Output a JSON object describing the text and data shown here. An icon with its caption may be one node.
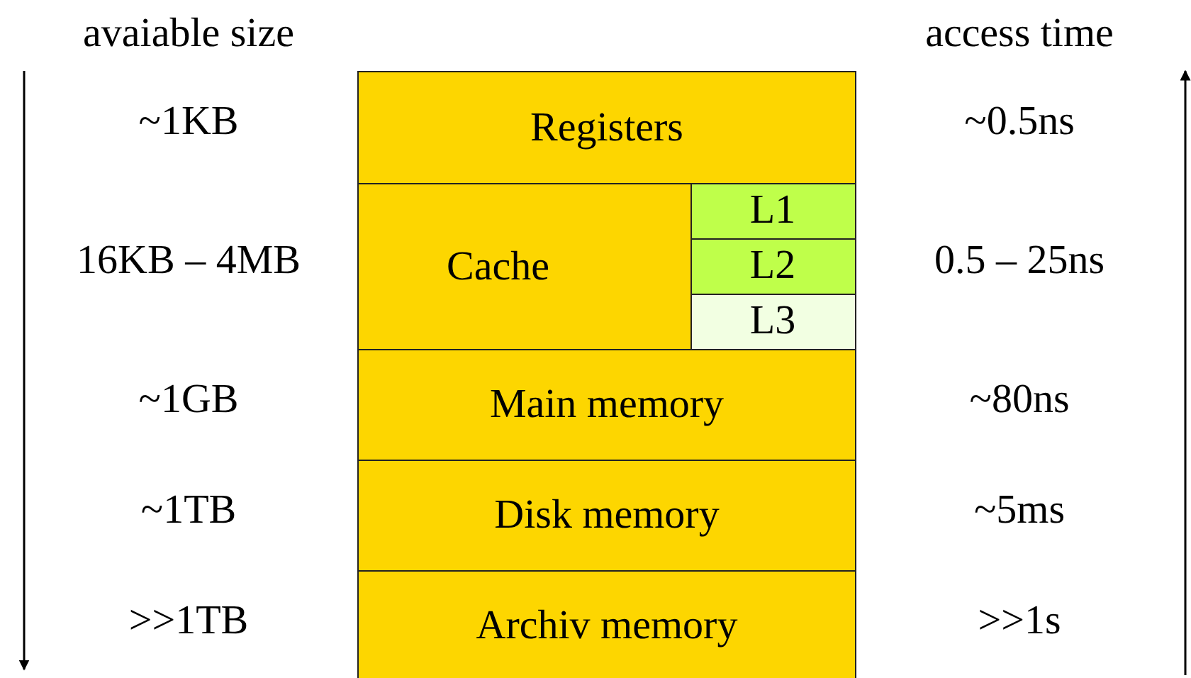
{
  "diagram": {
    "nodes": [
      {
        "text": [
          "Registers"
        ],
        "beside": [
          "~1KB",
          "~0.5ns"
        ]
      },
      {
        "text": [
          "Cache"
        ],
        "beside": [
          "16KB – 4MB",
          "0.5 – 25ns"
        ]
      },
      {
        "text": [
          "L1"
        ],
        "in": 1
      },
      {
        "text": [
          "L2"
        ],
        "in": 1
      },
      {
        "text": [
          "L3"
        ],
        "in": 1
      },
      {
        "text": [
          "Main memory"
        ],
        "beside": [
          "~1GB",
          "~80ns"
        ]
      },
      {
        "text": [
          "Disk memory"
        ],
        "beside": [
          "~1TB",
          "~5ms"
        ]
      },
      {
        "text": [
          "Archiv memory"
        ],
        "beside": [
          ">>1TB",
          ">>1s"
        ]
      }
    ],
    "labels": [
      "avaiable size",
      "access time"
    ]
  }
}
